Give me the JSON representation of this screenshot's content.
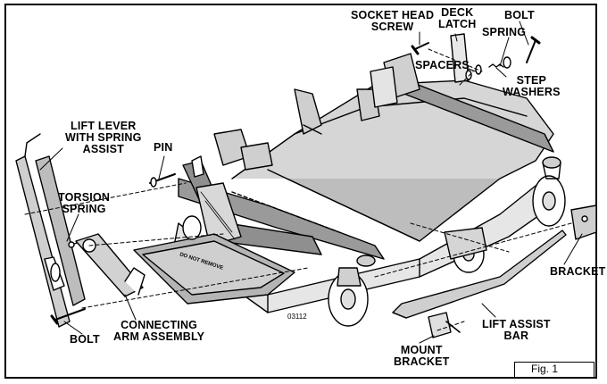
{
  "figure_label": "Fig. 1",
  "drawing_code": "03112",
  "decal_text": "DO NOT REMOVE",
  "labels": {
    "socket_head_screw": [
      "SOCKET HEAD",
      "SCREW"
    ],
    "deck_latch": [
      "DECK",
      "LATCH"
    ],
    "bolt_top": "BOLT",
    "spring": "SPRING",
    "spacers": "SPACERS",
    "step_washers": [
      "STEP",
      "WASHERS"
    ],
    "lift_lever": [
      "LIFT LEVER",
      "WITH SPRING",
      "ASSIST"
    ],
    "pin": "PIN",
    "torsion_spring": [
      "TORSION",
      "SPRING"
    ],
    "bracket": "BRACKET",
    "connecting_arm": [
      "CONNECTING",
      "ARM ASSEMBLY"
    ],
    "bolt_bottom": "BOLT",
    "lift_assist_bar": [
      "LIFT ASSIST",
      "BAR"
    ],
    "mount_bracket": [
      "MOUNT",
      "BRACKET"
    ]
  }
}
